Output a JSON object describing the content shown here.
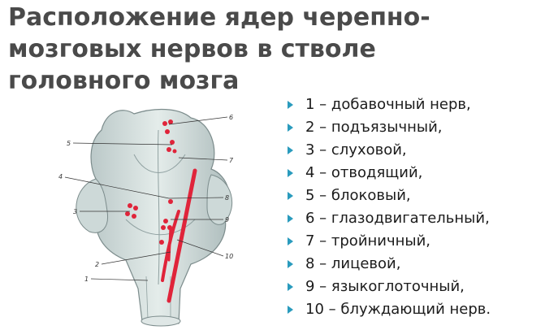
{
  "title_lines": [
    "Расположение ядер черепно-",
    "мозговых нервов в стволе",
    "головного мозга"
  ],
  "legend": [
    "1 – добавочный нерв,",
    "2 – подъязычный,",
    "3 – слуховой,",
    "4 – отводящий,",
    "5 – блоковый,",
    "6 – глазодвигательный,",
    "7 – тройничный,",
    "8 – лицевой,",
    "9 – языкоглоточный,",
    "10 – блуждающий нерв."
  ],
  "diagram_labels": [
    "6",
    "5",
    "7",
    "4",
    "8",
    "3",
    "9",
    "10",
    "2",
    "1"
  ],
  "colors": {
    "bullet": "#2a9bbd",
    "nuclei": "#e0243a",
    "title": "#4a4a4a"
  }
}
